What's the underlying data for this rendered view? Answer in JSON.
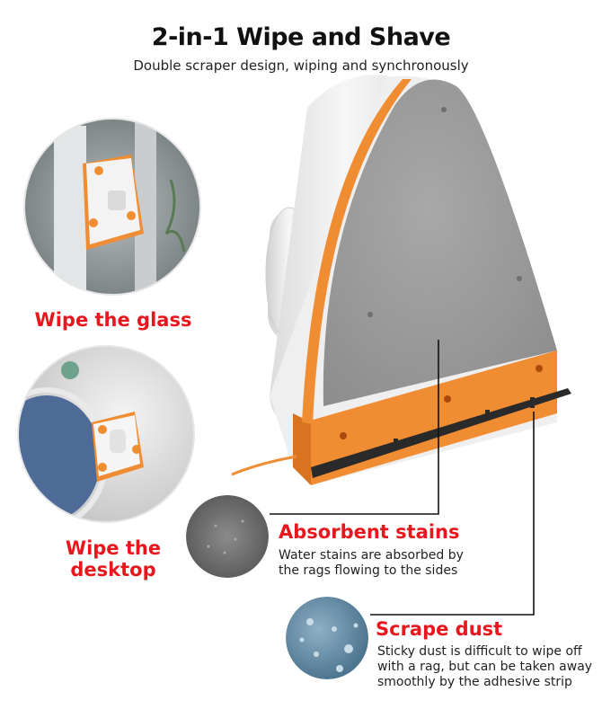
{
  "header": {
    "title": "2-in-1 Wipe and Shave",
    "subtitle": "Double scraper design, wiping and synchronously"
  },
  "scenes": [
    {
      "label": "Wipe the glass"
    },
    {
      "label_line1": "Wipe the",
      "label_line2": "desktop"
    }
  ],
  "features": [
    {
      "title": "Absorbent stains",
      "desc_line1": "Water stains are absorbed by",
      "desc_line2": "the rags flowing to the sides"
    },
    {
      "title": "Scrape dust",
      "desc_line1": "Sticky dust is difficult to wipe off",
      "desc_line2": "with a rag, but can be taken away",
      "desc_line3": "smoothly by the adhesive strip"
    }
  ],
  "colors": {
    "accent_red": "#e8171d",
    "orange": "#f08c32",
    "sponge_gray": "#9a9a9a"
  }
}
